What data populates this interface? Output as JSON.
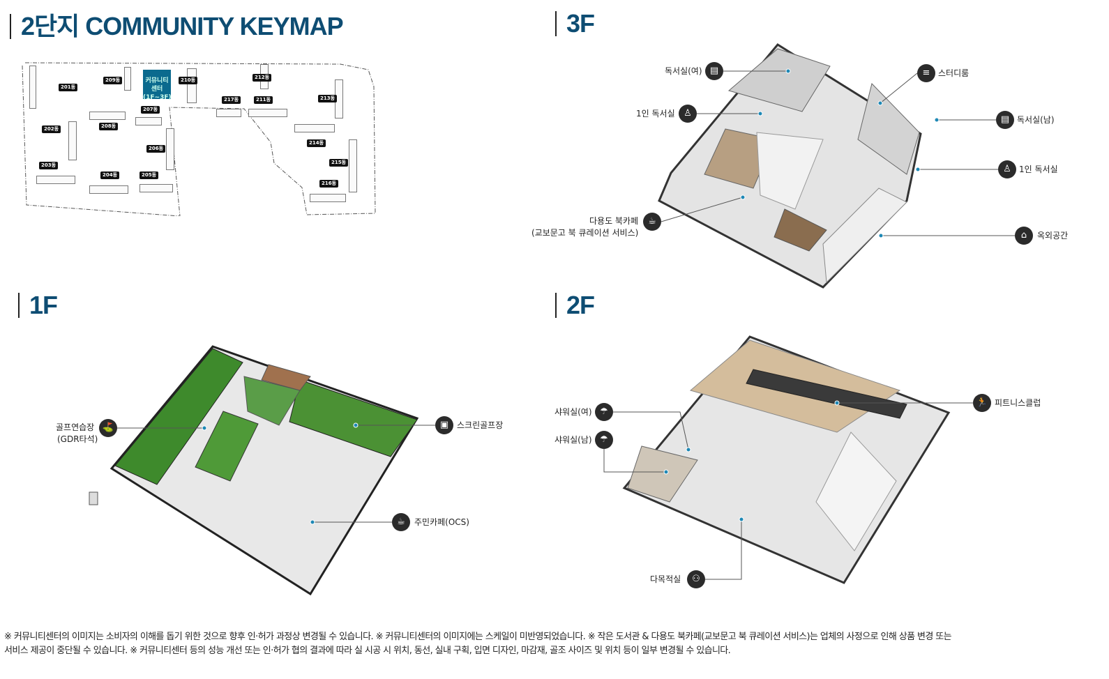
{
  "keymap": {
    "title": "2단지 COMMUNITY KEYMAP",
    "community_center": "커뮤니티센터",
    "community_floors": "(1F~3F)",
    "buildings": [
      "201동",
      "209동",
      "210동",
      "212동",
      "217동",
      "211동",
      "213동",
      "207동",
      "208동",
      "202동",
      "206동",
      "214동",
      "215동",
      "203동",
      "204동",
      "205동",
      "216동"
    ]
  },
  "floors": {
    "f3": {
      "title": "3F",
      "labels": {
        "reading_f": "독서실(여)",
        "study": "스터디룸",
        "single1": "1인 독서실",
        "reading_m": "독서실(남)",
        "single2": "1인 독서실",
        "bookcafe": "다용도 북카페",
        "bookcafe_sub": "(교보문고 북 큐레이션 서비스)",
        "outdoor": "옥외공간"
      }
    },
    "f1": {
      "title": "1F",
      "labels": {
        "golf": "골프연습장",
        "golf_sub": "(GDR타석)",
        "screen_golf": "스크린골프장",
        "cafe": "주민카페(OCS)"
      }
    },
    "f2": {
      "title": "2F",
      "labels": {
        "shower_f": "샤워실(여)",
        "shower_m": "샤워실(남)",
        "fitness": "피트니스클럽",
        "multi": "다목적실"
      }
    }
  },
  "footer": {
    "line1": "※ 커뮤니티센터의 이미지는 소비자의 이해를 돕기 위한 것으로 향후 인·허가 과정상 변경될 수 있습니다. ※ 커뮤니티센터의 이미지에는 스케일이 미반영되었습니다.  ※ 작은 도서관 & 다용도 북카페(교보문고 북 큐레이션 서비스)는 업체의 사정으로 인해 상품 변경 또는",
    "line2": "서비스 제공이 중단될 수 있습니다. ※ 커뮤니티센터 등의 성능 개선 또는 인·허가 협의 결과에 따라 실 시공 시 위치, 동선, 실내 구획, 입면 디자인, 마감재, 골조 사이즈 및 위치 등이 일부 변경될  수 있습니다."
  }
}
